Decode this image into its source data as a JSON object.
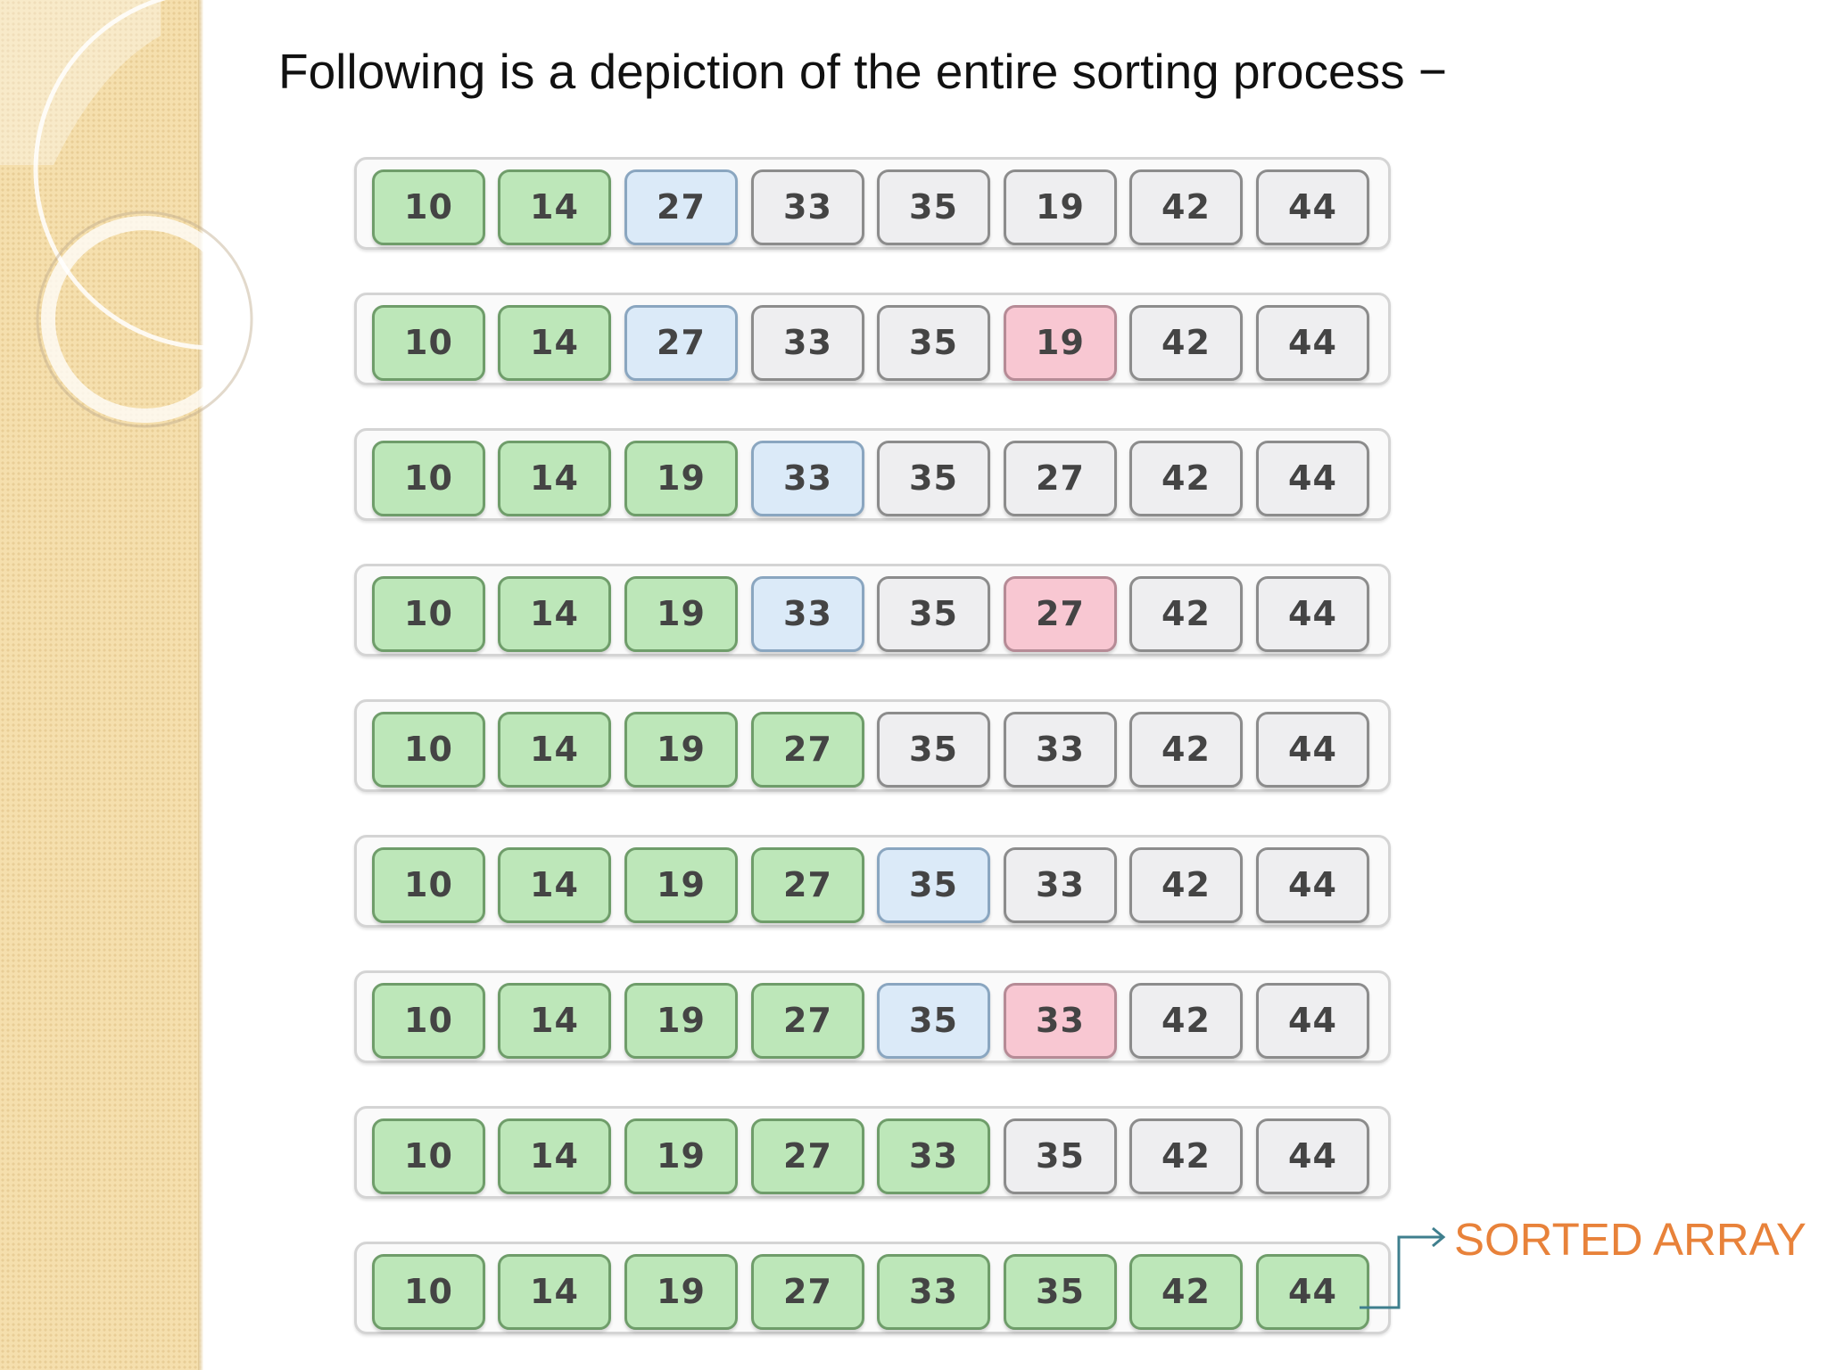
{
  "title": "Following is a depiction of the entire sorting process −",
  "colors": {
    "sorted": "#bde7b9",
    "current": "#dbeaf8",
    "min": "#f8c7d2",
    "unsorted": "#eeeef0",
    "label": "#e8823a",
    "arrow": "#3f7f8e",
    "panel": "#f5dfad"
  },
  "rows": [
    {
      "cells": [
        {
          "value": "10",
          "state": "sorted"
        },
        {
          "value": "14",
          "state": "sorted"
        },
        {
          "value": "27",
          "state": "current"
        },
        {
          "value": "33",
          "state": "unsorted"
        },
        {
          "value": "35",
          "state": "unsorted"
        },
        {
          "value": "19",
          "state": "unsorted"
        },
        {
          "value": "42",
          "state": "unsorted"
        },
        {
          "value": "44",
          "state": "unsorted"
        }
      ]
    },
    {
      "cells": [
        {
          "value": "10",
          "state": "sorted"
        },
        {
          "value": "14",
          "state": "sorted"
        },
        {
          "value": "27",
          "state": "current"
        },
        {
          "value": "33",
          "state": "unsorted"
        },
        {
          "value": "35",
          "state": "unsorted"
        },
        {
          "value": "19",
          "state": "min"
        },
        {
          "value": "42",
          "state": "unsorted"
        },
        {
          "value": "44",
          "state": "unsorted"
        }
      ]
    },
    {
      "cells": [
        {
          "value": "10",
          "state": "sorted"
        },
        {
          "value": "14",
          "state": "sorted"
        },
        {
          "value": "19",
          "state": "sorted"
        },
        {
          "value": "33",
          "state": "current"
        },
        {
          "value": "35",
          "state": "unsorted"
        },
        {
          "value": "27",
          "state": "unsorted"
        },
        {
          "value": "42",
          "state": "unsorted"
        },
        {
          "value": "44",
          "state": "unsorted"
        }
      ]
    },
    {
      "cells": [
        {
          "value": "10",
          "state": "sorted"
        },
        {
          "value": "14",
          "state": "sorted"
        },
        {
          "value": "19",
          "state": "sorted"
        },
        {
          "value": "33",
          "state": "current"
        },
        {
          "value": "35",
          "state": "unsorted"
        },
        {
          "value": "27",
          "state": "min"
        },
        {
          "value": "42",
          "state": "unsorted"
        },
        {
          "value": "44",
          "state": "unsorted"
        }
      ]
    },
    {
      "cells": [
        {
          "value": "10",
          "state": "sorted"
        },
        {
          "value": "14",
          "state": "sorted"
        },
        {
          "value": "19",
          "state": "sorted"
        },
        {
          "value": "27",
          "state": "sorted"
        },
        {
          "value": "35",
          "state": "unsorted"
        },
        {
          "value": "33",
          "state": "unsorted"
        },
        {
          "value": "42",
          "state": "unsorted"
        },
        {
          "value": "44",
          "state": "unsorted"
        }
      ]
    },
    {
      "cells": [
        {
          "value": "10",
          "state": "sorted"
        },
        {
          "value": "14",
          "state": "sorted"
        },
        {
          "value": "19",
          "state": "sorted"
        },
        {
          "value": "27",
          "state": "sorted"
        },
        {
          "value": "35",
          "state": "current"
        },
        {
          "value": "33",
          "state": "unsorted"
        },
        {
          "value": "42",
          "state": "unsorted"
        },
        {
          "value": "44",
          "state": "unsorted"
        }
      ]
    },
    {
      "cells": [
        {
          "value": "10",
          "state": "sorted"
        },
        {
          "value": "14",
          "state": "sorted"
        },
        {
          "value": "19",
          "state": "sorted"
        },
        {
          "value": "27",
          "state": "sorted"
        },
        {
          "value": "35",
          "state": "current"
        },
        {
          "value": "33",
          "state": "min"
        },
        {
          "value": "42",
          "state": "unsorted"
        },
        {
          "value": "44",
          "state": "unsorted"
        }
      ]
    },
    {
      "cells": [
        {
          "value": "10",
          "state": "sorted"
        },
        {
          "value": "14",
          "state": "sorted"
        },
        {
          "value": "19",
          "state": "sorted"
        },
        {
          "value": "27",
          "state": "sorted"
        },
        {
          "value": "33",
          "state": "sorted"
        },
        {
          "value": "35",
          "state": "unsorted"
        },
        {
          "value": "42",
          "state": "unsorted"
        },
        {
          "value": "44",
          "state": "unsorted"
        }
      ]
    },
    {
      "cells": [
        {
          "value": "10",
          "state": "sorted"
        },
        {
          "value": "14",
          "state": "sorted"
        },
        {
          "value": "19",
          "state": "sorted"
        },
        {
          "value": "27",
          "state": "sorted"
        },
        {
          "value": "33",
          "state": "sorted"
        },
        {
          "value": "35",
          "state": "sorted"
        },
        {
          "value": "42",
          "state": "sorted"
        },
        {
          "value": "44",
          "state": "sorted"
        }
      ]
    }
  ],
  "annotation": {
    "label": "SORTED ARRAY"
  }
}
